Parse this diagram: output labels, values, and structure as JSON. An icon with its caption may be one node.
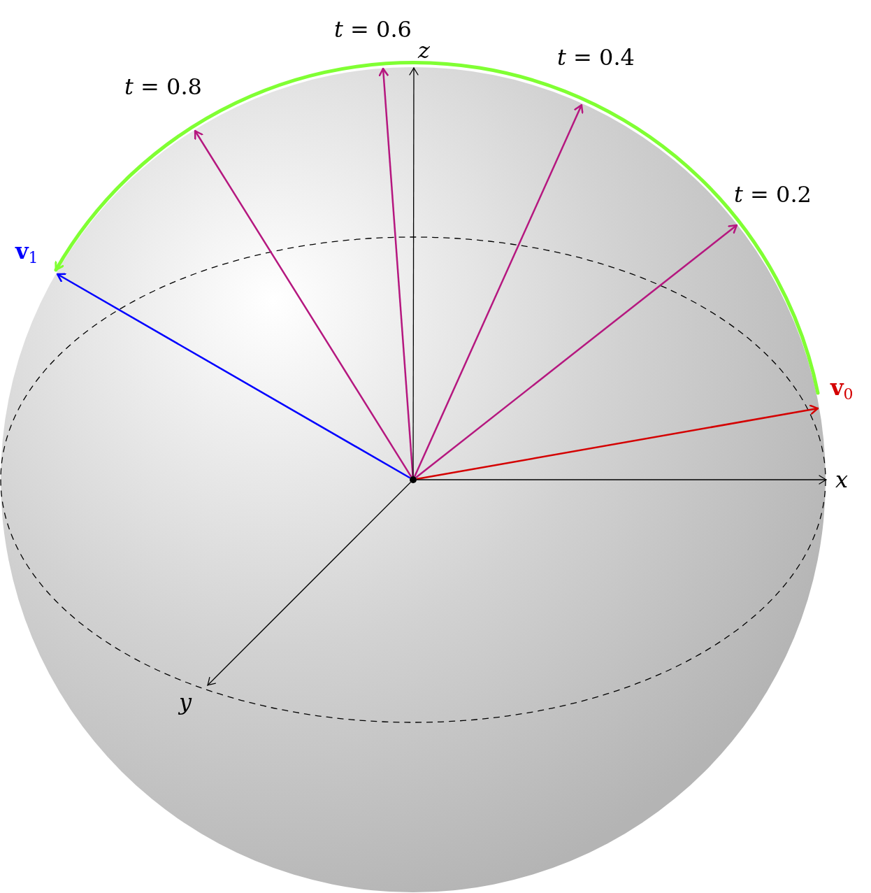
{
  "diagram": {
    "nodes": [
      {
        "text": [],
        "shape": "circle"
      },
      {
        "text": [
          "**v**$_{0}$"
        ]
      },
      {
        "text": [
          "**v**$_{1}$"
        ]
      },
      {
        "text": [
          "*t* = 0.2"
        ]
      },
      {
        "text": [
          "*t* = 0.4"
        ]
      },
      {
        "text": [
          "*t* = 0.6"
        ]
      },
      {
        "text": [
          "*t* = 0.8"
        ]
      },
      {
        "text": [
          "x"
        ]
      },
      {
        "text": [
          "y"
        ]
      },
      {
        "text": [
          "z"
        ]
      }
    ],
    "edges": [
      {
        "from": 0,
        "to": 1,
        "arrow": "to",
        "color": "#d40000"
      },
      {
        "from": 0,
        "to": 3,
        "arrow": "to"
      },
      {
        "from": 0,
        "to": 4,
        "arrow": "to"
      },
      {
        "from": 0,
        "to": 5,
        "arrow": "to"
      },
      {
        "from": 0,
        "to": 6,
        "arrow": "to"
      },
      {
        "from": 0,
        "to": 2,
        "arrow": "to",
        "color": "#0000ff"
      },
      {
        "from": 1,
        "to": 2,
        "arrow": "to",
        "style": "thick",
        "color": "#80ff33"
      },
      {
        "from": 0,
        "to": 7,
        "arrow": "to",
        "color": "#000000"
      },
      {
        "from": 0,
        "to": 8,
        "arrow": "to",
        "color": "#000000"
      },
      {
        "from": 0,
        "to": 9,
        "arrow": "to",
        "color": "#000000"
      }
    ]
  }
}
